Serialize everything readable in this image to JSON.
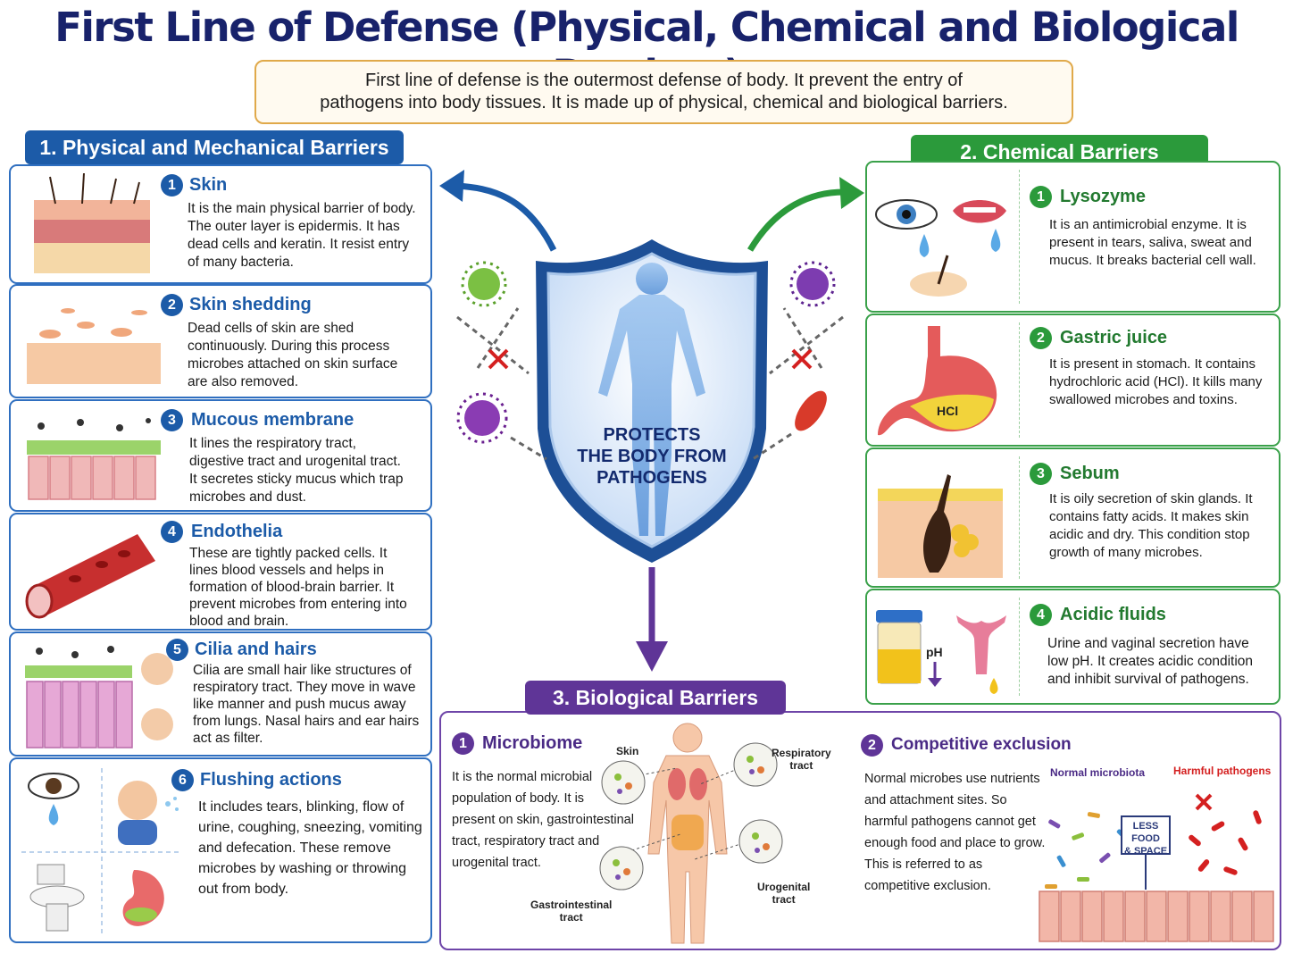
{
  "title": "First Line of Defense (Physical, Chemical and Biological Barriers)",
  "intro": {
    "line1": "First line of defense is the outermost defense of body. It prevent the entry of",
    "line2": "pathogens into body tissues. It is made up of physical, chemical and biological barriers."
  },
  "center": {
    "line1": "PROTECTS",
    "line2": "THE BODY FROM",
    "line3": "PATHOGENS"
  },
  "physical": {
    "heading": "1. Physical and Mechanical Barriers",
    "items": [
      {
        "num": "1",
        "title": "Skin",
        "icon": "skin-layers-icon",
        "lines": [
          "It is the main physical barrier of body.",
          "The outer layer is epidermis. It has",
          "dead cells and keratin. It resist entry",
          "of many bacteria."
        ]
      },
      {
        "num": "2",
        "title": "Skin shedding",
        "icon": "skin-shedding-icon",
        "lines": [
          "Dead cells of skin are shed",
          "continuously. During this process",
          "microbes attached on skin surface",
          "are also removed."
        ]
      },
      {
        "num": "3",
        "title": "Mucous membrane",
        "icon": "mucous-membrane-icon",
        "lines": [
          "It lines the respiratory tract,",
          "digestive tract and urogenital tract.",
          "It secretes sticky mucus which trap",
          "microbes and dust."
        ]
      },
      {
        "num": "4",
        "title": "Endothelia",
        "icon": "blood-vessel-icon",
        "lines": [
          "These are tightly packed cells. It",
          "lines blood vessels and helps in",
          "formation of blood-brain barrier. It",
          "prevent microbes from entering into",
          "blood and brain."
        ]
      },
      {
        "num": "5",
        "title": "Cilia and hairs",
        "icon": "cilia-icon",
        "lines": [
          "Cilia are small hair like structures of",
          "respiratory tract. They move in wave",
          "like manner and push mucus away",
          "from lungs. Nasal hairs and ear hairs",
          "act as filter."
        ]
      },
      {
        "num": "6",
        "title": "Flushing actions",
        "icon": "flushing-icon",
        "lines": [
          "It includes tears, blinking, flow of",
          "urine, coughing, sneezing, vomiting",
          "and defecation. These remove",
          "microbes by washing or throwing",
          "out from body."
        ]
      }
    ]
  },
  "chemical": {
    "heading": "2. Chemical Barriers",
    "items": [
      {
        "num": "1",
        "title": "Lysozyme",
        "icon": "eye-mouth-icon",
        "lines": [
          "It is an antimicrobial enzyme. It is",
          "present in tears, saliva, sweat and",
          "mucus. It breaks bacterial cell wall."
        ]
      },
      {
        "num": "2",
        "title": "Gastric juice",
        "icon": "stomach-icon",
        "badge": "HCl",
        "lines": [
          "It is present in stomach. It contains",
          "hydrochloric acid (HCl). It kills many",
          "swallowed microbes and toxins."
        ]
      },
      {
        "num": "3",
        "title": "Sebum",
        "icon": "sebaceous-gland-icon",
        "lines": [
          "It is oily secretion of skin glands. It",
          "contains fatty acids. It makes skin",
          "acidic and dry. This condition stop",
          "growth of many microbes."
        ]
      },
      {
        "num": "4",
        "title": "Acidic fluids",
        "icon": "acidic-fluid-icon",
        "badge": "pH",
        "lines": [
          "Urine and vaginal secretion have",
          "low pH. It creates acidic condition",
          "and inhibit survival of pathogens."
        ]
      }
    ]
  },
  "biological": {
    "heading": "3. Biological Barriers",
    "microbiome": {
      "num": "1",
      "title": "Microbiome",
      "lines": [
        "It is the normal microbial",
        "population of body. It is",
        "present on skin, gastrointestinal",
        "tract, respiratory tract and",
        "urogenital tract."
      ],
      "labels": {
        "skin": "Skin",
        "resp1": "Respiratory",
        "resp2": "tract",
        "gi1": "Gastrointestinal",
        "gi2": "tract",
        "uro1": "Urogenital",
        "uro2": "tract"
      }
    },
    "competitive": {
      "num": "2",
      "title": "Competitive exclusion",
      "lines": [
        "Normal microbes use nutrients",
        "and attachment sites. So",
        "harmful pathogens cannot get",
        "enough food and place to grow.",
        "This is referred to as",
        "competitive exclusion."
      ],
      "normal_label": "Normal microbiota",
      "harmful_label": "Harmful pathogens",
      "sign1": "LESS FOOD",
      "sign2": "& SPACE"
    }
  },
  "colors": {
    "physical": "#1c5ba8",
    "chemical": "#2b9a3b",
    "biological": "#5f3597",
    "title": "#18226b"
  }
}
